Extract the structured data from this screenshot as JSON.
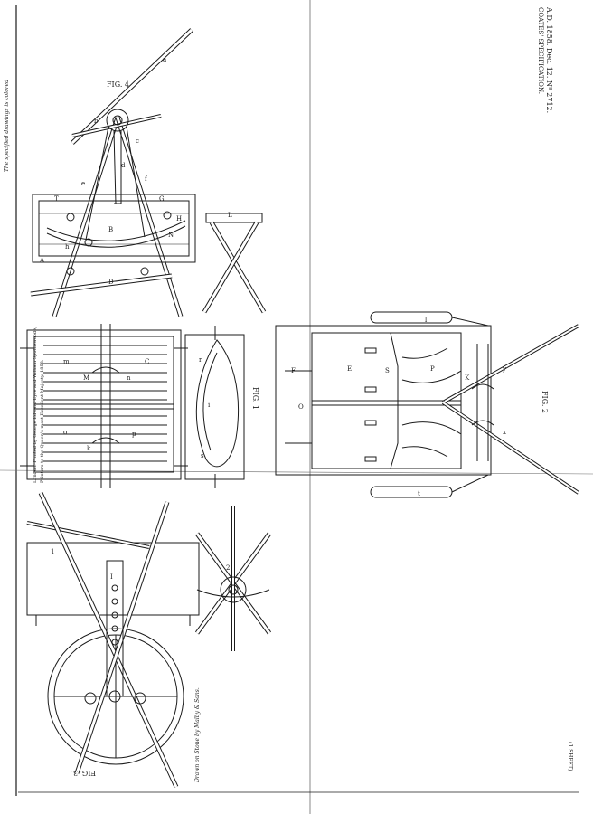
{
  "sheet": {
    "header_line1": "A.D. 1858. Dec. 12. Nº 2712.",
    "header_line2": "COATES' SPECIFICATION.",
    "side_note": "The specified drawings is colored",
    "drawn_by": "Drawn on Stone by Malby & Sons.",
    "imprint_line1": "London: Printed by George Edward Eyre and William Spottiswoode,",
    "imprint_line2": "Printers to the Queen's most Excellent Majesty. 1858.",
    "sheet_tag": "(1 SHEET)"
  },
  "figures": {
    "fig1": "FIG. 1",
    "fig2": "FIG. 2",
    "fig3": "FIG. 3.",
    "fig4": "FIG. 4"
  },
  "letters": {
    "A": "A",
    "B": "B",
    "C": "C",
    "D": "D",
    "E": "E",
    "F": "F",
    "G": "G",
    "H": "H",
    "I": "I",
    "K": "K",
    "L": "L",
    "M": "M",
    "N": "N",
    "O": "O",
    "P": "P",
    "S": "S",
    "T": "T",
    "a": "a",
    "b": "b",
    "c": "c",
    "d": "d",
    "e": "e",
    "f": "f",
    "h": "h",
    "i": "i",
    "k": "k",
    "l": "l",
    "m": "m",
    "n": "n",
    "o": "o",
    "p": "p",
    "r": "r",
    "s": "s",
    "t": "t",
    "x": "x",
    "y": "y",
    "1": "1",
    "2": "2"
  },
  "colors": {
    "ink": "#1b1b1b",
    "paper": "#ffffff",
    "fold": "#6a6a6a"
  }
}
